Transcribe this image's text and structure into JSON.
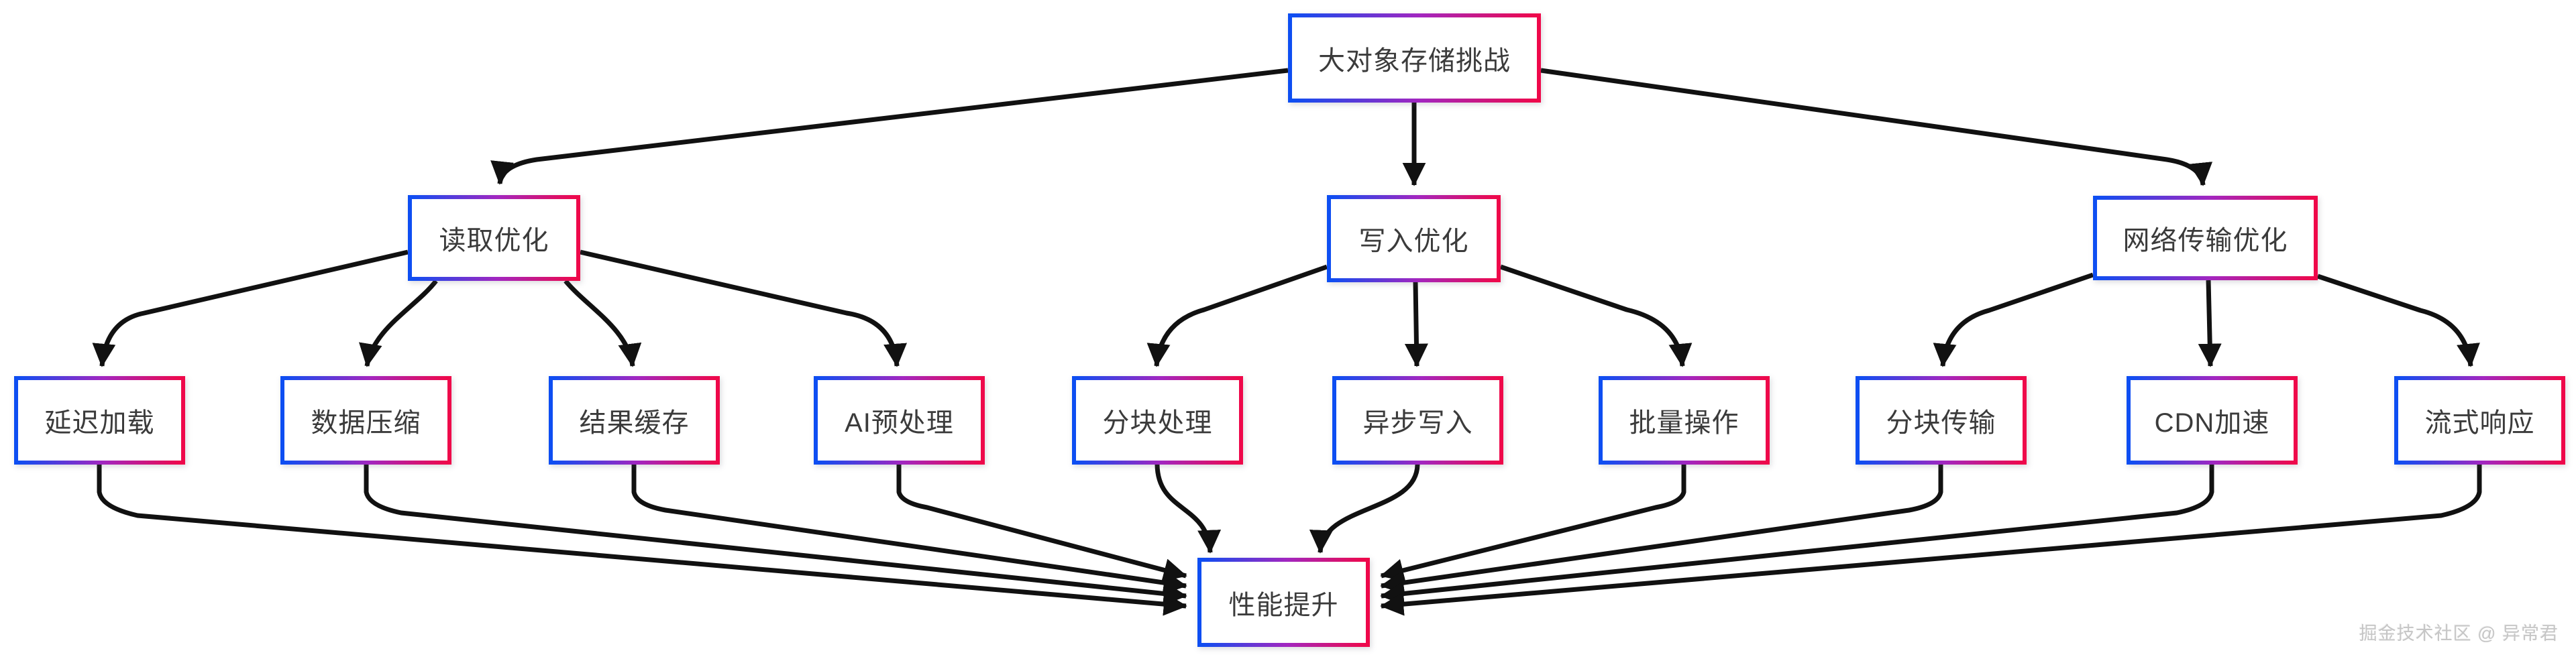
{
  "diagram": {
    "type": "flowchart",
    "direction": "top-down"
  },
  "nodes": {
    "root": {
      "label": "大对象存储挑战"
    },
    "read": {
      "label": "读取优化"
    },
    "write": {
      "label": "写入优化"
    },
    "network": {
      "label": "网络传输优化"
    },
    "lazy": {
      "label": "延迟加载"
    },
    "compress": {
      "label": "数据压缩"
    },
    "cache": {
      "label": "结果缓存"
    },
    "ai": {
      "label": "AI预处理"
    },
    "chunk_process": {
      "label": "分块处理"
    },
    "async_write": {
      "label": "异步写入"
    },
    "batch": {
      "label": "批量操作"
    },
    "chunk_transfer": {
      "label": "分块传输"
    },
    "cdn": {
      "label": "CDN加速"
    },
    "stream": {
      "label": "流式响应"
    },
    "perf": {
      "label": "性能提升"
    }
  },
  "edges": [
    {
      "from": "大对象存储挑战",
      "to": "读取优化"
    },
    {
      "from": "大对象存储挑战",
      "to": "写入优化"
    },
    {
      "from": "大对象存储挑战",
      "to": "网络传输优化"
    },
    {
      "from": "读取优化",
      "to": "延迟加载"
    },
    {
      "from": "读取优化",
      "to": "数据压缩"
    },
    {
      "from": "读取优化",
      "to": "结果缓存"
    },
    {
      "from": "读取优化",
      "to": "AI预处理"
    },
    {
      "from": "写入优化",
      "to": "分块处理"
    },
    {
      "from": "写入优化",
      "to": "异步写入"
    },
    {
      "from": "写入优化",
      "to": "批量操作"
    },
    {
      "from": "网络传输优化",
      "to": "分块传输"
    },
    {
      "from": "网络传输优化",
      "to": "CDN加速"
    },
    {
      "from": "网络传输优化",
      "to": "流式响应"
    },
    {
      "from": "延迟加载",
      "to": "性能提升"
    },
    {
      "from": "数据压缩",
      "to": "性能提升"
    },
    {
      "from": "结果缓存",
      "to": "性能提升"
    },
    {
      "from": "AI预处理",
      "to": "性能提升"
    },
    {
      "from": "分块处理",
      "to": "性能提升"
    },
    {
      "from": "异步写入",
      "to": "性能提升"
    },
    {
      "from": "批量操作",
      "to": "性能提升"
    },
    {
      "from": "分块传输",
      "to": "性能提升"
    },
    {
      "from": "CDN加速",
      "to": "性能提升"
    },
    {
      "from": "流式响应",
      "to": "性能提升"
    }
  ],
  "colors": {
    "border_gradient_start": "#0d4ef2",
    "border_gradient_mid": "#a226c0",
    "border_gradient_end": "#ef084a",
    "edge_stroke": "#111111",
    "node_text": "#3b3b3b",
    "background": "#ffffff",
    "watermark_text": "#c6c6c6"
  },
  "watermark": {
    "text": "掘金技术社区 @ 异常君"
  }
}
